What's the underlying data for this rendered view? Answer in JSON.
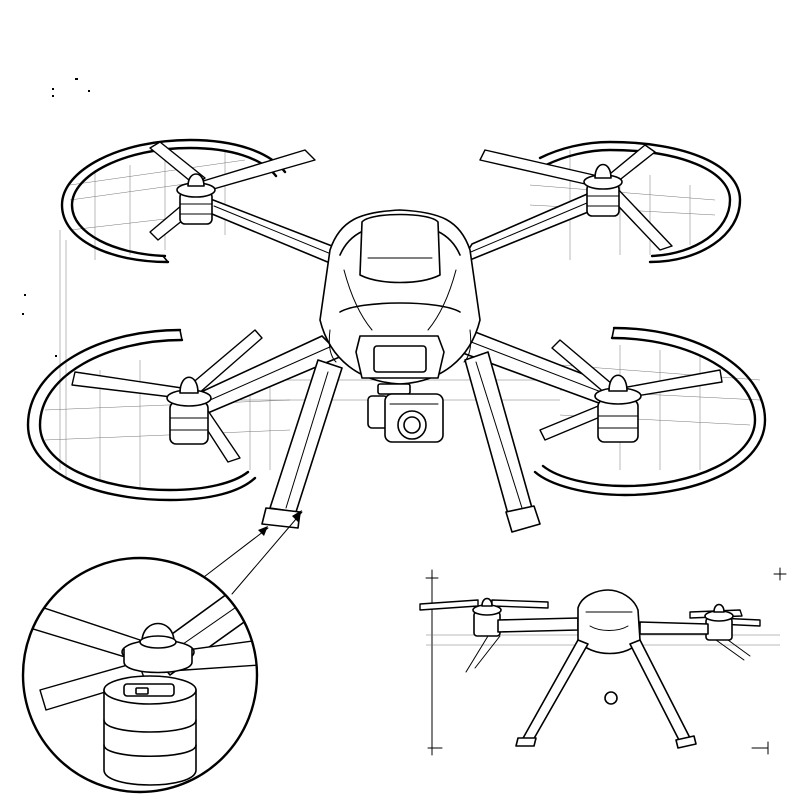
{
  "scene": {
    "subject": "quadcopter-drone",
    "style": "line-sketch",
    "palette": {
      "ink": "#000000",
      "paper": "#ffffff",
      "construction": "#777777"
    }
  },
  "views": [
    {
      "id": "main",
      "kind": "perspective"
    },
    {
      "id": "detail",
      "kind": "magnified-motor-callout"
    },
    {
      "id": "side",
      "kind": "front-elevation-with-dimension-ticks"
    }
  ]
}
